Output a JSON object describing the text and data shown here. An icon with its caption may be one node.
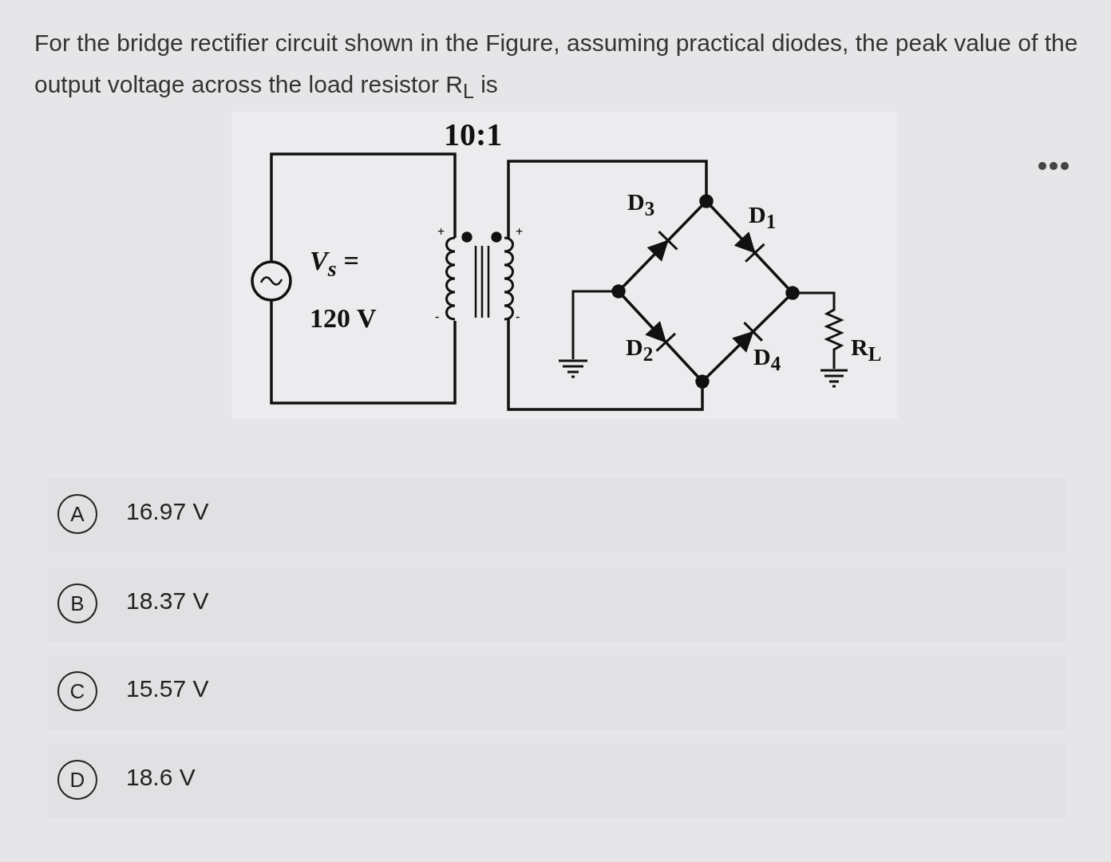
{
  "diagram": {
    "title": "For the bridge rectifier circuit shown in the Figure, assuming practical diodes, the peak value of the output voltage across the load resistor R$_{L}$ is",
    "labels": [
      "10:1",
      "V$_{s}$ =",
      "120 V",
      "+",
      "-",
      "+",
      "-",
      "D$_{3}$",
      "D$_{1}$",
      "D$_{2}$",
      "D$_{4}$",
      "R$_{L}$",
      "A",
      "16.97 V",
      "B",
      "18.37 V",
      "C",
      "15.57 V",
      "D",
      "18.6 V"
    ]
  }
}
